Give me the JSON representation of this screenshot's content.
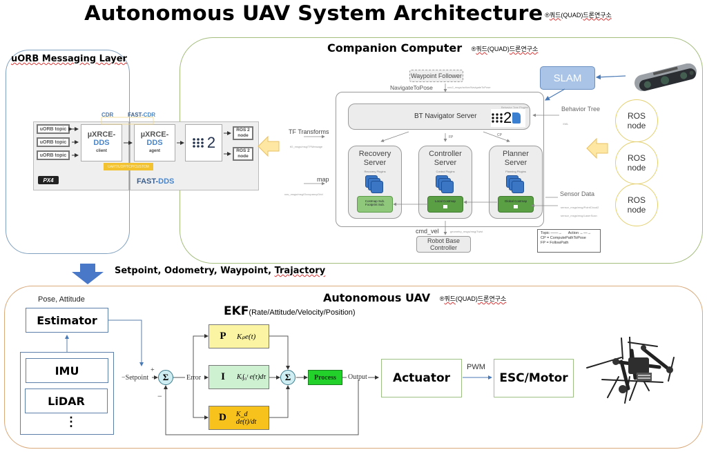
{
  "page": {
    "title": "Autonomous UAV System Architecture",
    "copyright_prefix": "®",
    "copyright_korean": "쿼드",
    "copyright_mid": "(QUAD)",
    "copyright_suffix": "드론연구소"
  },
  "uorb_layer": {
    "title": "uORB Messaging Layer",
    "topics": [
      "uORB topic",
      "uORB topic",
      "uORB topic"
    ],
    "client": {
      "prefix": "µXRCE-",
      "dds": "DDS",
      "sub": "client"
    },
    "agent": {
      "prefix": "µXRCE-",
      "dds": "DDS",
      "sub": "agent"
    },
    "cdr_label": "CDR",
    "fast_cdr_prefix": "FAST-",
    "fast_cdr_suffix": "CDR",
    "transport_label": "UART/UDP/TCP/CUSTOM",
    "px4_logo": "PX4",
    "fast_dds_prefix": "FAST-",
    "fast_dds_suffix": "DDS",
    "ros2_logo_text": "2",
    "ros2_nodes": [
      {
        "line1": "ROS 2",
        "line2": "node"
      },
      {
        "line1": "ROS 2",
        "line2": "node"
      }
    ]
  },
  "companion_computer": {
    "title": "Companion Computer",
    "waypoint_follower": "Waypoint Follower",
    "navigate_to_pose": "NavigateToPose",
    "navigate_to_pose_topic": "nav2_msgs/action/NavigateToPose",
    "bt_navigator": "BT Navigator Server",
    "bt_plugins": "Behavior Tree Plugins",
    "ros2_logo_text": "2",
    "fp_label": "FP",
    "cp_label": "CP",
    "tf_transforms": "TF Transforms",
    "tf_topic": "tf2_msgs/msg/TFMessage",
    "map": "map",
    "map_topic": "nav_msgs/msg/OccupancyGrid",
    "servers": [
      {
        "name_line1": "Recovery",
        "name_line2": "Server",
        "plugins": "Recovery Plugins",
        "costmap_line1": "Costmap Sub.",
        "costmap_line2": "Footprint Sub."
      },
      {
        "name_line1": "Controller",
        "name_line2": "Server",
        "plugins": "Control Plugins",
        "costmap_line1": "Local Costmap",
        "costmap_line2": ""
      },
      {
        "name_line1": "Planner",
        "name_line2": "Server",
        "plugins": "Planning Plugins",
        "costmap_line1": "Global Costmap",
        "costmap_line2": ""
      }
    ],
    "cmd_vel": "cmd_vel",
    "cmd_vel_topic": "geometry_msgs/msg/Twist",
    "robot_base_line1": "Robot Base",
    "robot_base_line2": "Controller",
    "behavior_tree": "Behavior Tree",
    "behavior_tree_sub": "XML",
    "sensor_data": "Sensor Data",
    "sensor_topic1": "sensor_msgs/msg/PointCloud2",
    "sensor_topic2": "sensor_msgs/msg/LaserScan",
    "slam": "SLAM",
    "ros_nodes": [
      {
        "line1": "ROS",
        "line2": "node"
      },
      {
        "line1": "ROS",
        "line2": "node"
      },
      {
        "line1": "ROS",
        "line2": "node"
      }
    ],
    "legend": {
      "topic": "Topic",
      "action": "Action",
      "cp": "CP = ComputePathToPose",
      "fp": "FP = FollowPath"
    }
  },
  "interface_label": {
    "text_plain": "Setpoint, Odometry, Waypoint, ",
    "text_wavy": "Trajactory"
  },
  "autonomous_uav": {
    "title": "Autonomous UAV",
    "pose_attitude": "Pose, Attitude",
    "estimator": "Estimator",
    "sensors": [
      "IMU",
      "LiDAR"
    ],
    "sensors_more": "⋮",
    "ekf_title": "EKF",
    "ekf_sub": "(Rate/Attitude/Velocity/Position)",
    "setpoint": "Setpoint",
    "plus": "+",
    "minus": "−",
    "sigma": "Σ",
    "error": "Error",
    "pid": [
      {
        "letter": "P",
        "eq": "Kₚe(t)",
        "color": "#fbf5a3"
      },
      {
        "letter": "I",
        "eq": "Kᵢ∫₀ᵗ e(τ)dτ",
        "color": "#cdf1d1"
      },
      {
        "letter": "D",
        "eq": "K_d de(t)/dt",
        "color": "#f7c21b"
      }
    ],
    "process": "Process",
    "process_color": "#22d12a",
    "output": "Output",
    "actuator": "Actuator",
    "pwm": "PWM",
    "esc_motor": "ESC/Motor"
  }
}
